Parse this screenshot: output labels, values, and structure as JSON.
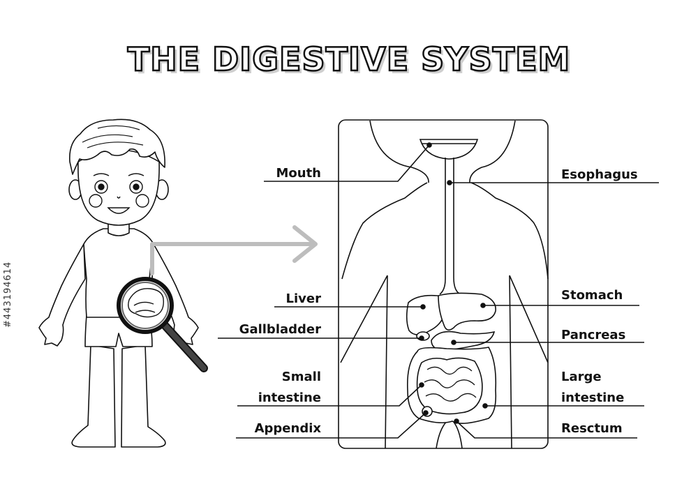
{
  "title": "THE DIGESTIVE SYSTEM",
  "labels": {
    "mouth": "Mouth",
    "esophagus": "Esophagus",
    "liver": "Liver",
    "stomach": "Stomach",
    "gallbladder": "Gallbladder",
    "pancreas": "Pancreas",
    "small_intestine_line1": "Small",
    "small_intestine_line2": "intestine",
    "large_intestine_line1": "Large",
    "large_intestine_line2": "intestine",
    "appendix": "Appendix",
    "rectum": "Resctum"
  },
  "stock_id": "#443194614",
  "colors": {
    "line": "#111111",
    "arrow": "#bdbdbd",
    "cheek": "#555555"
  },
  "icons": [
    "magnifier-icon",
    "arrow-right-icon"
  ]
}
